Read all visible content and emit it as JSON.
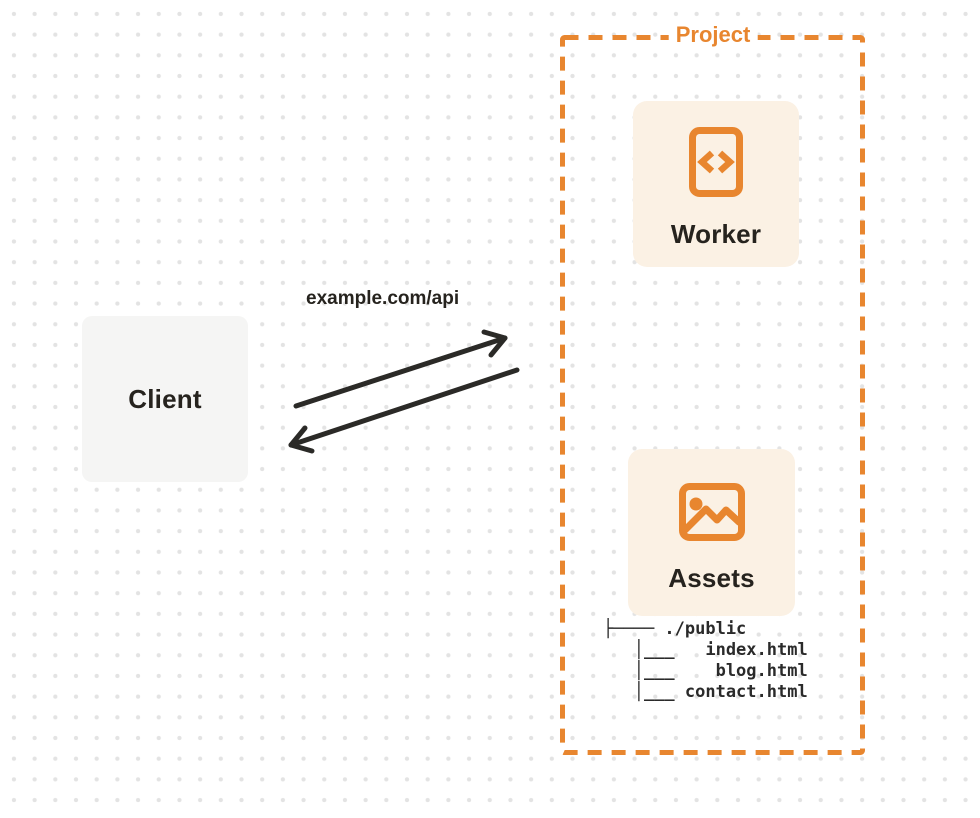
{
  "colors": {
    "accent": "#E8862F",
    "node-fill": "#FBF1E4",
    "client-fill": "#F5F5F4",
    "arrow": "#2B2A27",
    "text-dark": "#26231E",
    "dot": "#E3E3E3",
    "bg": "#FFFFFF"
  },
  "project": {
    "label": "Project",
    "worker": {
      "label": "Worker",
      "icon": "code-document-icon"
    },
    "assets": {
      "label": "Assets",
      "icon": "image-icon"
    },
    "file_tree": {
      "root": "./public",
      "files": [
        "index.html",
        "blog.html",
        "contact.html"
      ],
      "text": "├──── ./public\n   │___   index.html\n   │___    blog.html\n   │___ contact.html"
    }
  },
  "client": {
    "label": "Client"
  },
  "request": {
    "label": "example.com/api"
  }
}
